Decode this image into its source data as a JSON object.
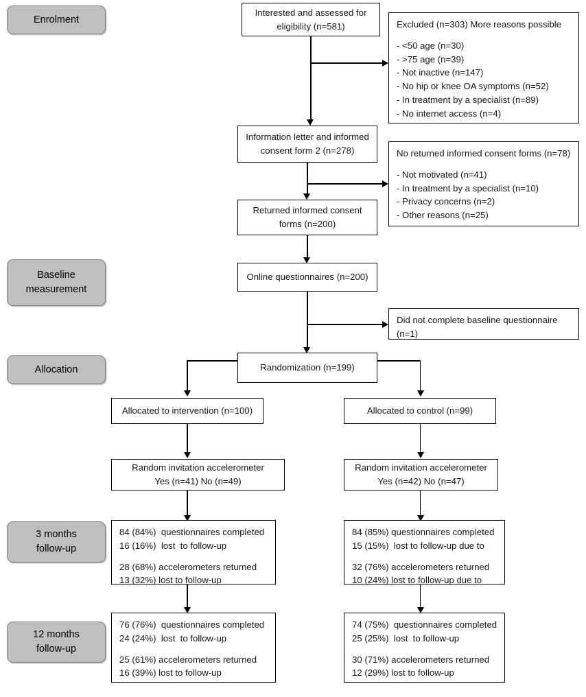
{
  "diagram": {
    "title": "CONSORT participant flow diagram",
    "colors": {
      "stage_fill": "#bfbfbf",
      "stage_border": "#7f7f7f",
      "box_fill": "#ffffff",
      "box_border": "#000000",
      "text": "#17171b"
    },
    "stages": [
      {
        "id": "enrolment",
        "label": "Enrolment"
      },
      {
        "id": "baseline",
        "label": "Baseline\nmeasurement",
        "line1": "Baseline",
        "line2": "measurement"
      },
      {
        "id": "allocation",
        "label": "Allocation"
      },
      {
        "id": "followup3",
        "label": "3 months\nfollow-up",
        "line1": "3 months",
        "line2": "follow-up"
      },
      {
        "id": "followup12",
        "label": "12 months\nfollow-up",
        "line1": "12 months",
        "line2": "follow-up"
      }
    ],
    "nodes": {
      "assessed": {
        "line1": "Interested and assessed for",
        "line2": "eligibility (n=581)"
      },
      "excluded": {
        "heading": "Excluded (n=303) More reasons possible",
        "items": [
          "- <50 age (n=30)",
          "- >75 age (n=39)",
          "- Not inactive (n=147)",
          "- No hip or knee OA symptoms (n=52)",
          "- In treatment by a specialist (n=89)",
          "- No internet access (n=4)"
        ]
      },
      "info_letter": {
        "line1": "Information letter and informed",
        "line2": "consent form 2 (n=278)"
      },
      "no_returned": {
        "heading": "No returned informed consent forms (n=78)",
        "items": [
          "- Not motivated (n=41)",
          "- In treatment by a specialist (n=10)",
          "- Privacy concerns (n=2)",
          "- Other reasons (n=25)"
        ]
      },
      "returned": {
        "line1": "Returned informed consent",
        "line2": "forms (n=200)"
      },
      "online_q": {
        "line1": "Online questionnaires (n=200)"
      },
      "no_baseline": {
        "line1": "Did not complete baseline questionnaire",
        "line2": "(n=1)"
      },
      "randomization": {
        "line1": "Randomization (n=199)"
      },
      "alloc_intervention": {
        "line1": "Allocated to intervention (n=100)"
      },
      "alloc_control": {
        "line1": "Allocated to control (n=99)"
      },
      "accel_intervention": {
        "line1": "Random invitation accelerometer",
        "line2": "Yes (n=41) No (n=49)"
      },
      "accel_control": {
        "line1": "Random invitation accelerometer",
        "line2": "Yes (n=42) No (n=47)"
      },
      "fu3_intervention": {
        "line1": "84 (84%)  questionnaires completed",
        "line2": "16 (16%)  lost  to follow-up",
        "line3": "28 (68%) accelerometers returned",
        "line4": "13 (32%) lost to follow-up"
      },
      "fu3_control": {
        "line1": "84 (85%) questionnaires completed",
        "line2": "15 (15%)  lost to follow-up due to",
        "line3": "32 (76%) accelerometers returned",
        "line4": "10 (24%) lost to follow-up due to"
      },
      "fu12_intervention": {
        "line1": "76 (76%)  questionnaires completed",
        "line2": "24 (24%)  lost  to follow-up",
        "line3": "25 (61%) accelerometers returned",
        "line4": "16 (39%) lost to follow-up"
      },
      "fu12_control": {
        "line1": "74 (75%)  questionnaires completed",
        "line2": "25 (25%)  lost  to follow-up",
        "line3": "30 (71%) accelerometers returned",
        "line4": "12 (29%) lost to follow-up"
      }
    }
  }
}
